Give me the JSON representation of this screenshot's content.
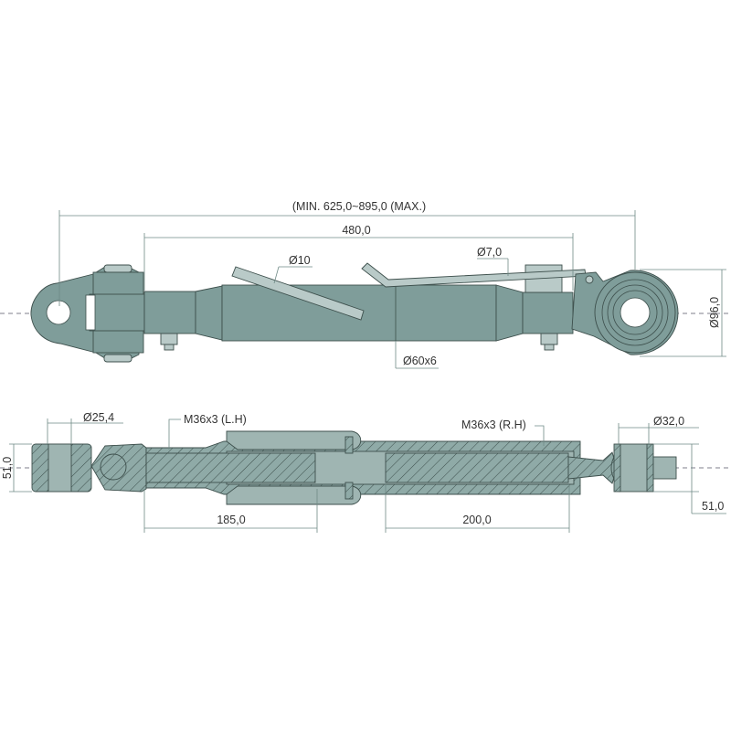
{
  "top_view": {
    "overall_length": "(MIN. 625,0~895,0 (MAX.)",
    "tube_length": "480,0",
    "handle_diameter": "Ø10",
    "pin_diameter": "Ø7,0",
    "tube_spec": "Ø60x6",
    "ball_eye_diameter": "Ø96,0"
  },
  "section_view": {
    "left_hole_diameter": "Ø25,4",
    "left_width": "51,0",
    "left_thread": "M36x3 (L.H)",
    "right_thread": "M36x3 (R.H)",
    "left_thread_length": "185,0",
    "right_thread_length": "200,0",
    "right_hole_diameter": "Ø32,0",
    "right_width": "51,0"
  },
  "colors": {
    "body": "#7f9d9a",
    "light": "#b9cac8",
    "outline": "#3d4f4c",
    "dimension": "#6f8a86"
  }
}
